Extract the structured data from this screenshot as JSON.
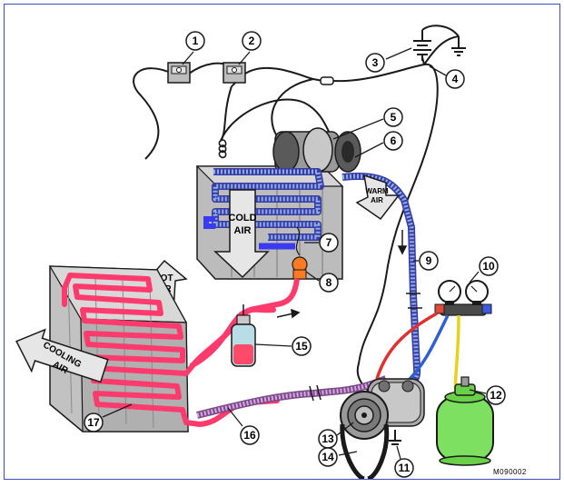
{
  "diagram": {
    "reference_code": "M090002",
    "air_labels": {
      "hot_air": [
        "HOT",
        "AIR"
      ],
      "cold_air": [
        "COLD",
        "AIR"
      ],
      "warm_air": [
        "WARM",
        "AIR"
      ],
      "cooling_air": [
        "COOLING",
        "AIR"
      ]
    },
    "callouts": [
      "1",
      "2",
      "3",
      "4",
      "5",
      "6",
      "7",
      "8",
      "9",
      "10",
      "11",
      "12",
      "13",
      "14",
      "15",
      "16",
      "17"
    ],
    "colors": {
      "border": "#3b4fc4",
      "hot_line": "#ff3b6e",
      "cold_line": "#5060e8",
      "low_pressure_hose": "#8ab0e0",
      "manifold_red_hose": "#e03030",
      "manifold_blue_hose": "#3060d0",
      "manifold_yellow_hose": "#e8d020",
      "refrigerant_tank": "#7ee060",
      "receiver_drier_liquid": "#ff4a6a",
      "expansion_valve": "#ff7a20"
    }
  }
}
